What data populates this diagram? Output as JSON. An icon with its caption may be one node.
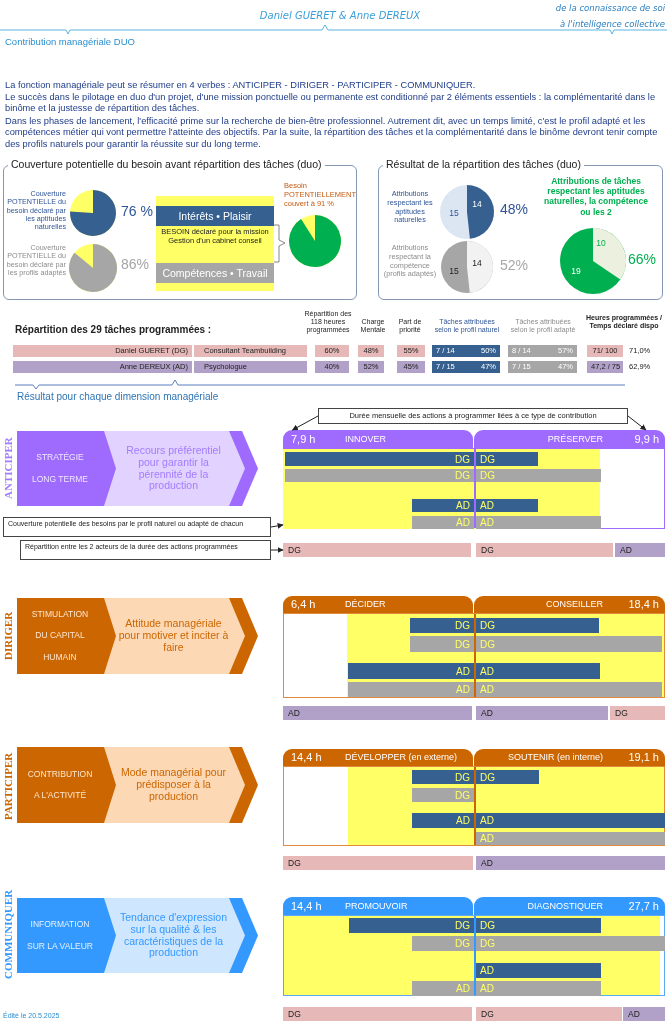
{
  "diagram": {
    "nodes": [
      {
        "text": [
          "Couverture potentielle du besoin avant répartition des tâches (duo)"
        ]
      },
      {
        "text": [
          "BESOIN déclaré pour la mission Gestion d'un cabinet conseil"
        ],
        "in": 0
      },
      {
        "text": [
          "Intérêts • Plaisir"
        ],
        "in": 1
      },
      {
        "text": [
          "Compétences • Travail"
        ],
        "in": 1
      },
      {
        "text": [
          "Résultat de la répartition des tâches (duo)"
        ]
      },
      {
        "text": [
          "Durée mensuelle des actions à programmer liées à ce type de contribution"
        ]
      },
      {
        "text": [
          "STRATÉGIE LONG TERME"
        ]
      },
      {
        "text": [
          "Recours préférentiel pour garantir la pérennité de la production"
        ],
        "in": 6
      },
      {
        "text": [
          "7,9 h",
          "INNOVER"
        ]
      },
      {
        "text": [
          "PRÉSERVER",
          "9,9 h"
        ]
      },
      {
        "text": [],
        "shape": "box"
      },
      {
        "text": [
          "DG"
        ],
        "in": 10
      },
      {
        "text": [
          "DG"
        ],
        "in": 10
      },
      {
        "text": [
          "DG"
        ],
        "in": 10
      },
      {
        "text": [
          "DG"
        ],
        "in": 10
      },
      {
        "text": [
          "AD"
        ],
        "in": 10
      },
      {
        "text": [
          "AD"
        ],
        "in": 10
      },
      {
        "text": [
          "AD"
        ],
        "in": 10
      },
      {
        "text": [
          "AD"
        ],
        "in": 10
      },
      {
        "text": [
          "Couverture potentielle des besoins par le profil naturel ou adapté de chacun"
        ]
      },
      {
        "text": [
          "Répartition entre les 2 acteurs de la durée des actions programmées"
        ]
      },
      {
        "text": [
          "DG"
        ]
      },
      {
        "text": [
          "DG"
        ]
      },
      {
        "text": [
          "AD"
        ]
      },
      {
        "text": [
          "STIMULATION DU CAPITAL HUMAIN"
        ]
      },
      {
        "text": [
          "Attitude managériale pour motiver et inciter à faire"
        ],
        "in": 24
      },
      {
        "text": [
          "6,4 h",
          "DÉCIDER"
        ]
      },
      {
        "text": [
          "CONSEILLER",
          "18,4 h"
        ]
      },
      {
        "text": [],
        "shape": "box"
      },
      {
        "text": [
          "DG"
        ],
        "in": 28
      },
      {
        "text": [
          "DG"
        ],
        "in": 28
      },
      {
        "text": [
          "DG"
        ],
        "in": 28
      },
      {
        "text": [
          "DG"
        ],
        "in": 28
      },
      {
        "text": [
          "AD"
        ],
        "in": 28
      },
      {
        "text": [
          "AD"
        ],
        "in": 28
      },
      {
        "text": [
          "AD"
        ],
        "in": 28
      },
      {
        "text": [
          "AD"
        ],
        "in": 28
      },
      {
        "text": [
          "AD"
        ]
      },
      {
        "text": [
          "AD"
        ]
      },
      {
        "text": [
          "DG"
        ]
      },
      {
        "text": [
          "CONTRIBUTION A L'ACTIVITÉ"
        ]
      },
      {
        "text": [
          "Mode managérial pour prédisposer à la production"
        ],
        "in": 40
      },
      {
        "text": [
          "14,4 h",
          "DÉVELOPPER (en externe)"
        ]
      },
      {
        "text": [
          "SOUTENIR (en interne)",
          "19,1 h"
        ]
      },
      {
        "text": [],
        "shape": "box"
      },
      {
        "text": [
          "DG"
        ],
        "in": 44
      },
      {
        "text": [
          "DG"
        ],
        "in": 44
      },
      {
        "text": [
          "DG"
        ],
        "in": 44
      },
      {
        "text": [
          "AD"
        ],
        "in": 44
      },
      {
        "text": [
          "AD"
        ],
        "in": 44
      },
      {
        "text": [
          "AD"
        ],
        "in": 44
      },
      {
        "text": [
          "DG"
        ]
      },
      {
        "text": [
          "AD"
        ]
      },
      {
        "text": [
          "INFORMATION SUR LA VALEUR"
        ]
      },
      {
        "text": [
          "Tendance d'expression sur la qualité & les caractéristiques de la production"
        ],
        "in": 53
      },
      {
        "text": [
          "14,4 h",
          "PROMOUVOIR"
        ]
      },
      {
        "text": [
          "DIAGNOSTIQUER",
          "27,7 h"
        ]
      },
      {
        "text": [],
        "shape": "box"
      },
      {
        "text": [
          "DG"
        ],
        "in": 57
      },
      {
        "text": [
          "DG"
        ],
        "in": 57
      },
      {
        "text": [
          "DG"
        ],
        "in": 57
      },
      {
        "text": [
          "DG"
        ],
        "in": 57
      },
      {
        "text": [
          "AD"
        ],
        "in": 57
      },
      {
        "text": [
          "AD"
        ],
        "in": 57
      },
      {
        "text": [
          "AD"
        ],
        "in": 57
      },
      {
        "text": [
          "DG"
        ]
      },
      {
        "text": [
          "DG"
        ]
      },
      {
        "text": [
          "AD"
        ]
      }
    ],
    "edges": [
      {
        "from": 5,
        "to": 8,
        "arrow": "to"
      },
      {
        "from": 5,
        "to": 9,
        "arrow": "to"
      },
      {
        "from": 19,
        "to": 10,
        "arrow": "to"
      },
      {
        "from": 20,
        "to": 21,
        "arrow": "to"
      }
    ],
    "labels": [
      "Daniel GUERET & Anne DEREUX",
      "de la connaissance de soi",
      "à l'intelligence collective",
      "Contribution managériale DUO",
      "La fonction managériale peut se résumer en 4 verbes : ANTICIPER - DIRIGER - PARTICIPER - COMMUNIQUER.",
      "Le succès dans le pilotage en duo d'un projet, d'une mission ponctuelle ou permanente est conditionné par 2 éléments essentiels : la complémentarité dans le binôme et la justesse de répartition des tâches.",
      "Dans les phases de lancement, l'efficacité prime sur la recherche de bien-être professionnel. Autrement dit, avec un temps limité, c'est le profil adapté et les compétences métier qui vont permettre l'atteinte des objectifs. Par la suite, la répartition des tâches et la complémentarité dans le binôme devront tenir compte des profils naturels pour garantir la réussite sur du long terme.",
      "Couverture POTENTIELLE du besoin déclaré par les aptitudes naturelles",
      "76 %",
      "Couverture POTENTIELLE du besoin déclaré par les profils adaptés",
      "86%",
      "Besoin POTENTIELLEMENT couvert à 91 %",
      "Attributions respectant les aptitudes naturelles",
      "15",
      "14",
      "48%",
      "Attributions respectant la compétence (profils adaptés)",
      "15",
      "14",
      "52%",
      "Attributions de tâches respectant les aptitudes naturelles, la compétence ou les 2",
      "10",
      "19",
      "66%",
      "Répartition des 29 tâches programmées :",
      "Répartition des 118 heures programmées",
      "Charge Mentale",
      "Part de priorité",
      "Tâches attribuées selon le profil naturel",
      "Tâches attribuées selon le profil adapté",
      "Heures programmées / Temps déclaré dispo",
      "Daniel GUERET (DG)",
      "Consultant Teambuilding",
      "60%",
      "48%",
      "55%",
      "7 / 14",
      "50%",
      "8 / 14",
      "57%",
      "71/ 100",
      "71,0%",
      "Anne DEREUX (AD)",
      "Psychologue",
      "40%",
      "52%",
      "45%",
      "7 / 15",
      "47%",
      "7 / 15",
      "47%",
      "47,2 / 75",
      "62,9%",
      "Résultat pour chaque dimension managériale",
      "ANTICIPER",
      "DIRIGER",
      "PARTICIPER",
      "COMMUNIQUER",
      "Édité le 20.5.2025"
    ]
  }
}
